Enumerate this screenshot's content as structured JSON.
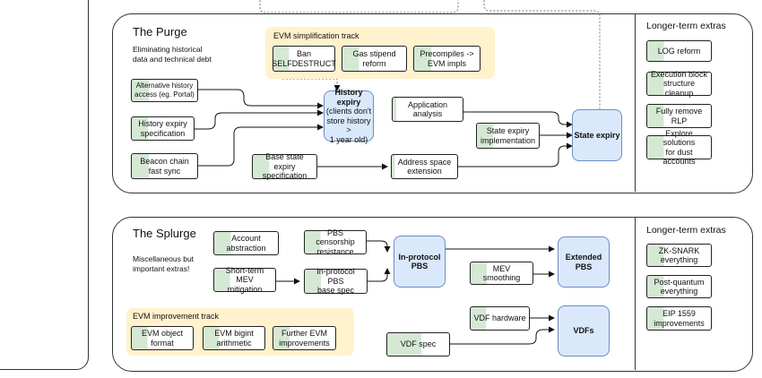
{
  "purge": {
    "title": "The Purge",
    "subtitle_line1": "Eliminating historical",
    "subtitle_line2": "data and technical debt",
    "evm_track": {
      "label": "EVM simplification track",
      "items": [
        {
          "l1": "Ban",
          "l2": "SELFDESTRUCT"
        },
        {
          "l1": "Gas stipend",
          "l2": "reform"
        },
        {
          "l1": "Precompiles ->",
          "l2": "EVM impls"
        }
      ]
    },
    "nodes": {
      "alt_history": {
        "l1": "Alternative history",
        "l2": "access (eg. Portal)"
      },
      "history_spec": {
        "l1": "History expiry",
        "l2": "specification"
      },
      "beacon_sync": {
        "l1": "Beacon chain",
        "l2": "fast sync"
      },
      "history_expiry": {
        "l1": "History",
        "l2": "expiry",
        "l3": "(clients don't",
        "l4": "store history >",
        "l5": "1 year old)"
      },
      "app_analysis": {
        "l1": "Application",
        "l2": "analysis"
      },
      "state_impl": {
        "l1": "State expiry",
        "l2": "implementation"
      },
      "base_state_spec": {
        "l1": "Base state expiry",
        "l2": "specification"
      },
      "address_ext": {
        "l1": "Address space",
        "l2": "extension"
      },
      "state_expiry": {
        "l1": "State expiry"
      }
    },
    "extras": {
      "title": "Longer-term extras",
      "items": [
        {
          "l1": "LOG reform",
          "l2": ""
        },
        {
          "l1": "Execution block",
          "l2": "structure cleanup"
        },
        {
          "l1": "Fully remove",
          "l2": "RLP"
        },
        {
          "l1": "Explore solutions",
          "l2": "for dust accounts"
        }
      ]
    }
  },
  "splurge": {
    "title": "The Splurge",
    "subtitle_line1": "Miscellaneous but",
    "subtitle_line2": "important extras!",
    "nodes": {
      "account_abs": {
        "l1": "Account",
        "l2": "abstraction"
      },
      "pbs_censor": {
        "l1": "PBS censorship",
        "l2": "resistance"
      },
      "short_mev": {
        "l1": "Short-term MEV",
        "l2": "mitigation"
      },
      "inprotocol_pbs_spec": {
        "l1": "In-protocol PBS",
        "l2": "base spec"
      },
      "inprotocol_pbs": {
        "l1": "In-protocol",
        "l2": "PBS"
      },
      "mev_smoothing": {
        "l1": "MEV smoothing"
      },
      "extended_pbs": {
        "l1": "Extended",
        "l2": "PBS"
      },
      "vdf_hardware": {
        "l1": "VDF hardware"
      },
      "vdf_spec": {
        "l1": "VDF spec"
      },
      "vdfs": {
        "l1": "VDFs"
      }
    },
    "evm_track": {
      "label": "EVM improvement track",
      "items": [
        {
          "l1": "EVM object",
          "l2": "format"
        },
        {
          "l1": "EVM bigint",
          "l2": "arithmetic"
        },
        {
          "l1": "Further EVM",
          "l2": "improvements"
        }
      ]
    },
    "extras": {
      "title": "Longer-term extras",
      "items": [
        {
          "l1": "ZK-SNARK",
          "l2": "everything"
        },
        {
          "l1": "Post-quantum",
          "l2": "everything"
        },
        {
          "l1": "EIP 1559",
          "l2": "improvements"
        }
      ]
    }
  }
}
